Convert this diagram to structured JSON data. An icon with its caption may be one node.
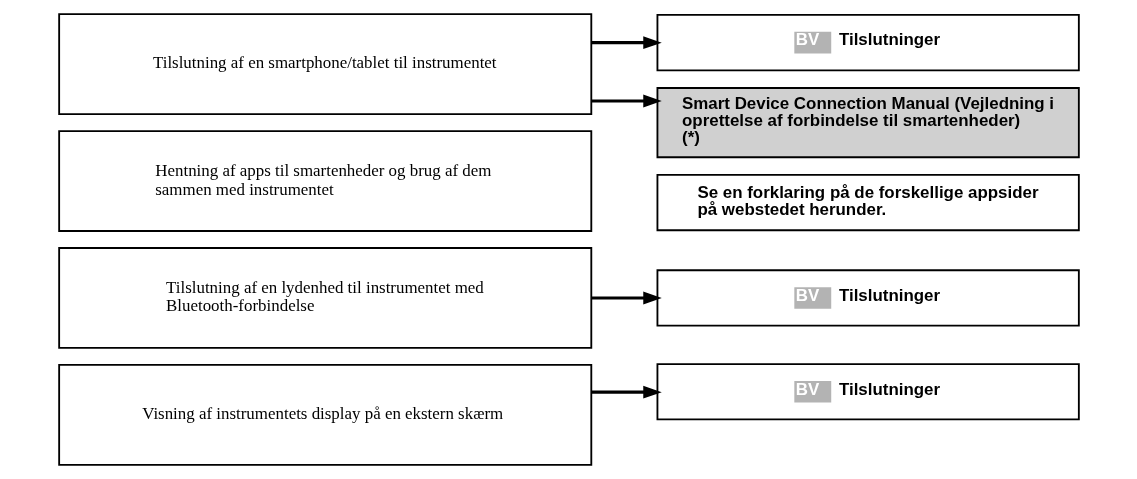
{
  "diagram": {
    "nodes": [
      {
        "text": [
          "Tilslutning af en smartphone/tablet til instrumentet"
        ]
      },
      {
        "text": [
          "BV",
          "Tilslutninger"
        ]
      },
      {
        "text": [
          "Smart Device Connection Manual (Vejledning i oprettelse af forbindelse til smartenheder) (*)"
        ]
      },
      {
        "text": [
          "Hentning af apps til smartenheder og brug af dem sammen med instrumentet"
        ]
      },
      {
        "text": [
          "Se en forklaring på de forskellige appsider på webstedet herunder."
        ]
      },
      {
        "text": [
          "Tilslutning af en lydenhed til instrumentet med Bluetooth-forbindelse"
        ]
      },
      {
        "text": [
          "BV",
          "Tilslutninger"
        ]
      },
      {
        "text": [
          "Visning af instrumentets display på en ekstern skærm"
        ]
      },
      {
        "text": [
          "BV",
          "Tilslutninger"
        ]
      }
    ],
    "edges": [
      {
        "from": 0,
        "to": 1,
        "arrow": "to"
      },
      {
        "from": 0,
        "to": 2,
        "arrow": "to"
      },
      {
        "from": 5,
        "to": 6,
        "arrow": "to"
      },
      {
        "from": 7,
        "to": 8,
        "arrow": "to"
      }
    ]
  }
}
